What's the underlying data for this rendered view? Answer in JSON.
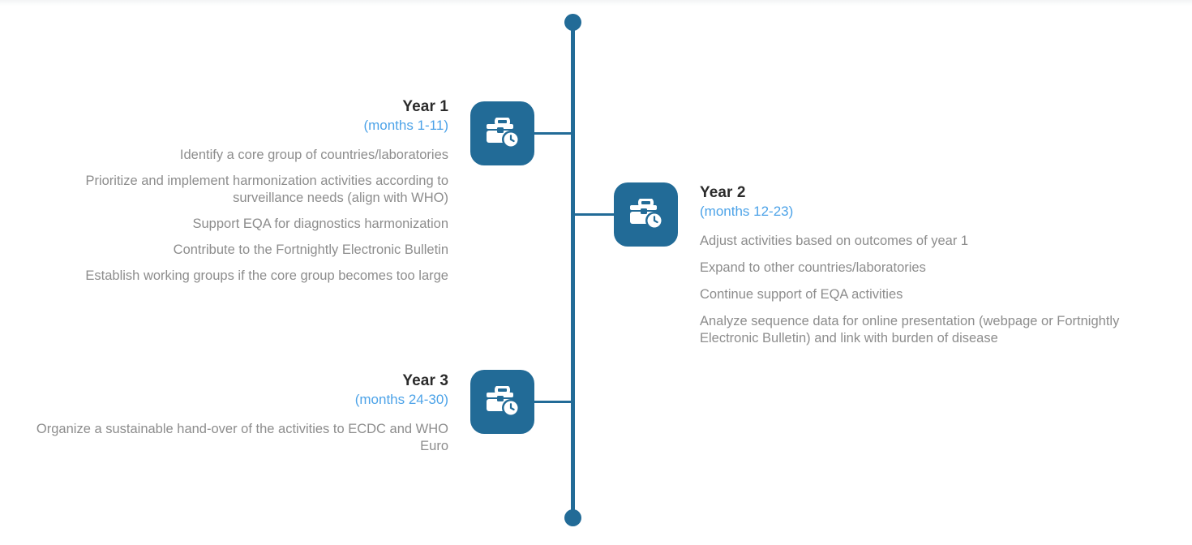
{
  "diagram": {
    "type": "vertical-timeline",
    "accent_dark_blue": "#226b97",
    "accent_light_blue": "#4da3e8",
    "title_color": "#2b2b2b",
    "body_color": "#8d8d8d",
    "background": "#ffffff"
  },
  "milestones": [
    {
      "id": "year-1",
      "side": "left",
      "title": "Year 1",
      "months": "(months 1-11)",
      "icon": "briefcase-clock-icon",
      "items": [
        "Identify a core group of countries/laboratories",
        "Prioritize and implement harmonization activities according to surveillance needs (align with WHO)",
        "Support EQA for diagnostics harmonization",
        "Contribute to the Fortnightly Electronic Bulletin",
        "Establish working groups if the core group becomes too large"
      ]
    },
    {
      "id": "year-2",
      "side": "right",
      "title": "Year 2",
      "months": "(months 12-23)",
      "icon": "briefcase-clock-icon",
      "items": [
        "Adjust activities based on outcomes of year 1",
        "Expand to other countries/laboratories",
        "Continue support of EQA activities",
        "Analyze sequence data for online presentation (webpage or Fortnightly Electronic Bulletin) and link with burden of disease"
      ]
    },
    {
      "id": "year-3",
      "side": "left",
      "title": "Year 3",
      "months": "(months 24-30)",
      "icon": "briefcase-clock-icon",
      "items": [
        "Organize a sustainable hand-over of the activities to ECDC and WHO Euro"
      ]
    }
  ]
}
